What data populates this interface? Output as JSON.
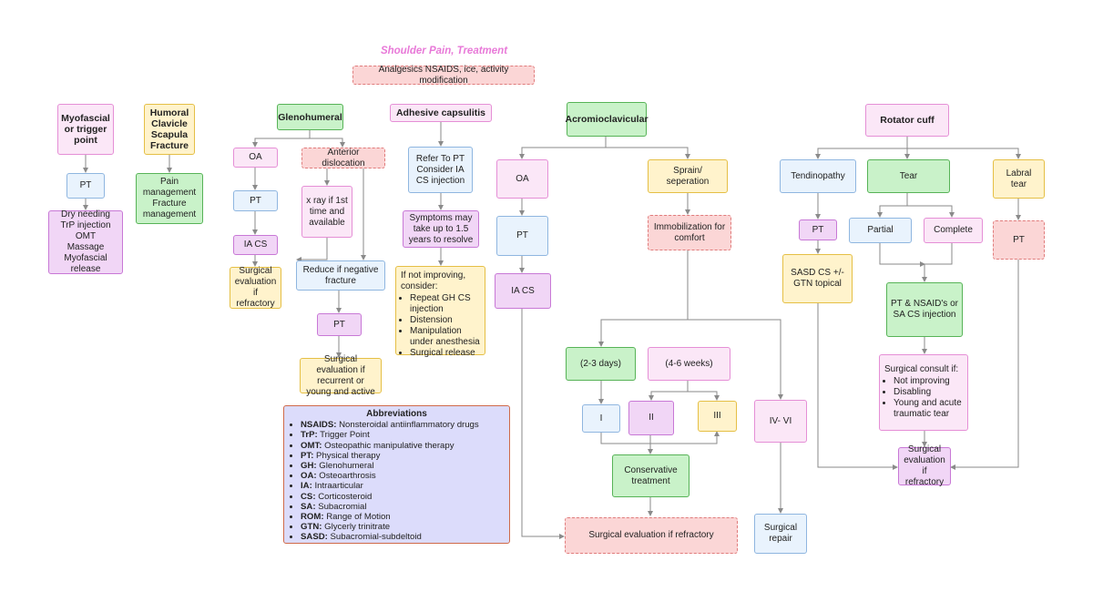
{
  "title": "Shoulder Pain, Treatment",
  "analgesics": "Analgesics NSAIDS, ice, activity modification",
  "myofascial": {
    "head": "Myofascial or trigger point",
    "pt": "PT",
    "tx": [
      "Dry needing",
      "TrP injection",
      "OMT",
      "Massage",
      "Myofascial release"
    ]
  },
  "humoral": {
    "head": "Humoral Clavicle Scapula Fracture",
    "tx": [
      "Pain management",
      "Fracture management"
    ]
  },
  "glenohumeral": {
    "head": "Glenohumeral",
    "oa": "OA",
    "pt": "PT",
    "iacs": "IA CS",
    "surg": "Surgical evaluation if refractory",
    "dislocation": "Anterior dislocation",
    "xray": "x ray if 1st time and available",
    "reduce": "Reduce if negative fracture",
    "pt2": "PT",
    "surg2": "Surgical evaluation if recurrent or young and active"
  },
  "adhesive": {
    "head": "Adhesive capsulitis",
    "refer": "Refer To PT Consider IA CS injection",
    "symptoms": "Symptoms may take up to 1.5 years to resolve",
    "not_improving": "If not improving, consider:",
    "options": [
      "Repeat GH CS injection",
      "Distension",
      "Manipulation under anesthesia",
      "Surgical release"
    ]
  },
  "acromioclavicular": {
    "head": "Acromioclavicular",
    "oa": "OA",
    "pt": "PT",
    "iacs": "IA CS",
    "sprain": "Sprain/ seperation",
    "immob": "Immobilization for comfort",
    "d23": "(2-3 days)",
    "w46": "(4-6 weeks)",
    "g1": "I",
    "g2": "II",
    "g3": "III",
    "g46": "IV- VI",
    "conservative": "Conservative treatment",
    "surg_repair": "Surgical repair",
    "surg_refractory": "Surgical evaluation if refractory"
  },
  "rotator": {
    "head": "Rotator cuff",
    "tendinopathy": "Tendinopathy",
    "tear": "Tear",
    "labral": "Labral tear",
    "pt": "PT",
    "sasd": "SASD CS +/- GTN topical",
    "partial": "Partial",
    "complete": "Complete",
    "pt_nsaid": "PT & NSAID's or SA CS injection",
    "labral_pt": "PT",
    "consult": "Surgical consult if:",
    "consult_items": [
      "Not improving",
      "Disabling",
      "Young and acute traumatic tear"
    ],
    "surg_eval": "Surgical evaluation if refractory"
  },
  "abbreviations": {
    "head": "Abbreviations",
    "items": [
      {
        "k": "NSAIDS:",
        "v": " Nonsteroidal antiinflammatory drugs"
      },
      {
        "k": "TrP:",
        "v": " Trigger Point"
      },
      {
        "k": "OMT:",
        "v": " Osteopathic manipulative therapy"
      },
      {
        "k": "PT:",
        "v": " Physical therapy"
      },
      {
        "k": "GH:",
        "v": " Glenohumeral"
      },
      {
        "k": "OA:",
        "v": " Osteoarthrosis"
      },
      {
        "k": "IA:",
        "v": " Intraarticular"
      },
      {
        "k": "CS:",
        "v": " Corticosteroid"
      },
      {
        "k": "SA:",
        "v": " Subacromial"
      },
      {
        "k": "ROM:",
        "v": " Range of Motion"
      },
      {
        "k": "GTN:",
        "v": " Glycerly trinitrate"
      },
      {
        "k": "SASD:",
        "v": "  Subacromial-subdeltoid"
      }
    ]
  },
  "colors": {
    "title": "#e879d8",
    "line": "#8a8a8a",
    "pink": "#fbe7f7",
    "purple": "#f1d6f6",
    "blue": "#e9f3fd",
    "green": "#c9f2c9",
    "yellow": "#fff3cc",
    "red": "#fbd6d6",
    "abbr_bg": "#dcdcfb"
  }
}
